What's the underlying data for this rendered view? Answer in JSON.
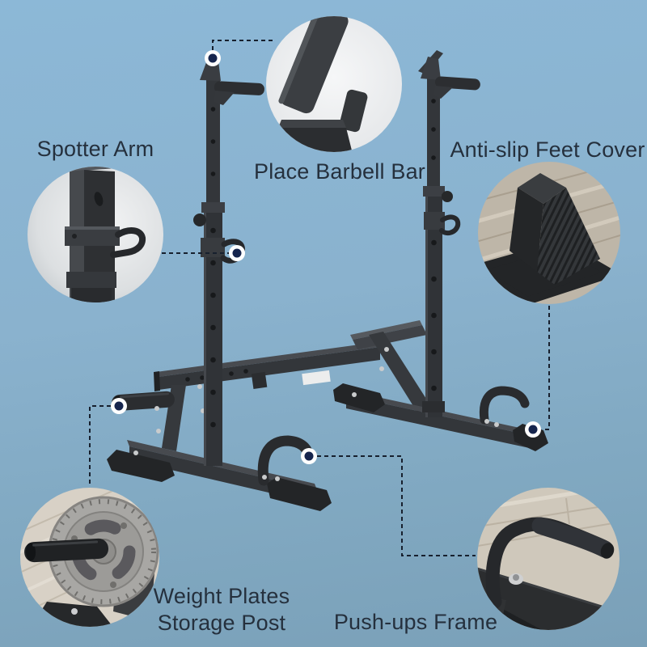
{
  "image_type": "product-feature-diagram",
  "product_illustration": "adjustable-squat-rack-barbell-stand",
  "callouts": [
    {
      "id": "spotter-arm",
      "label_lines": [
        "Spotter Arm"
      ]
    },
    {
      "id": "place-barbell-bar",
      "label_lines": [
        "Place Barbell Bar"
      ]
    },
    {
      "id": "anti-slip-feet-cover",
      "label_lines": [
        "Anti-slip Feet Cover"
      ]
    },
    {
      "id": "weight-plates-storage-post",
      "label_lines": [
        "Weight Plates",
        "Storage Post"
      ]
    },
    {
      "id": "push-ups-frame",
      "label_lines": [
        "Push-ups Frame"
      ]
    }
  ],
  "colors": {
    "background_top": "#8cb8d7",
    "background_bottom": "#7aa0b8",
    "label_text": "#25303d",
    "callout_line": "#17202e",
    "callout_dot": "#16254d",
    "rack_metal": "#303337",
    "rack_metal_light": "#474a4f",
    "rubber_black": "#232527",
    "plate_silver": "#a8a7a4",
    "wood_floor": "#beb6a8"
  }
}
